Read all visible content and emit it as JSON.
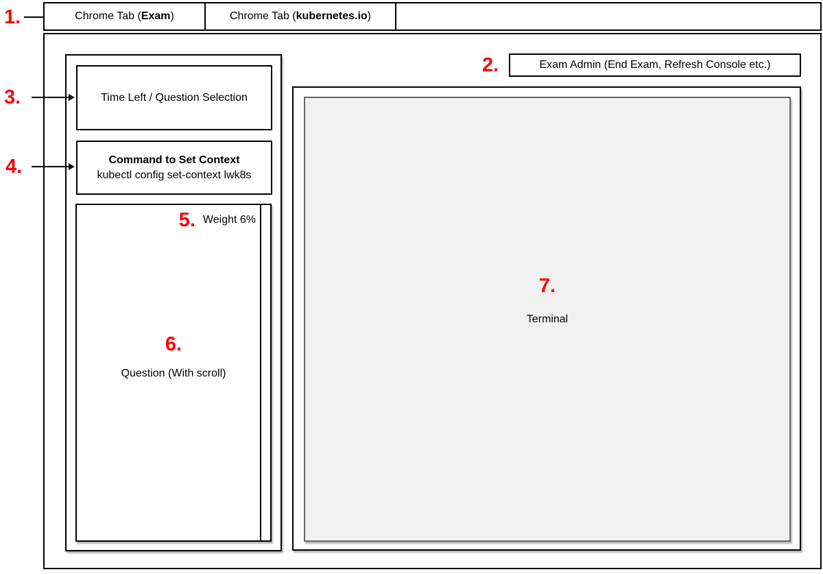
{
  "diagram": {
    "tab_bar": {
      "tabs": [
        {
          "prefix": "Chrome Tab (",
          "bold": "Exam",
          "suffix": ")"
        },
        {
          "prefix": "Chrome Tab (",
          "bold": "kubernetes.io",
          "suffix": ")"
        }
      ]
    },
    "exam_admin": {
      "label": "Exam Admin (End Exam, Refresh Console etc.)"
    },
    "sidebar": {
      "time_box": {
        "label": "Time Left / Question Selection"
      },
      "context_box": {
        "title": "Command to Set Context",
        "command": "kubectl config set-context lwk8s"
      },
      "question_box": {
        "weight_label": "Weight 6%",
        "label": "Question (With scroll)"
      }
    },
    "terminal": {
      "label": "Terminal"
    },
    "annotations": {
      "a1": "1.",
      "a2": "2.",
      "a3": "3.",
      "a4": "4.",
      "a5": "5.",
      "a6": "6.",
      "a7": "7."
    },
    "colors": {
      "annotation_red": "#FF0000",
      "line_black": "#000000",
      "terminal_fill": "#F0F0F0",
      "terminal_border": "#666666"
    }
  }
}
